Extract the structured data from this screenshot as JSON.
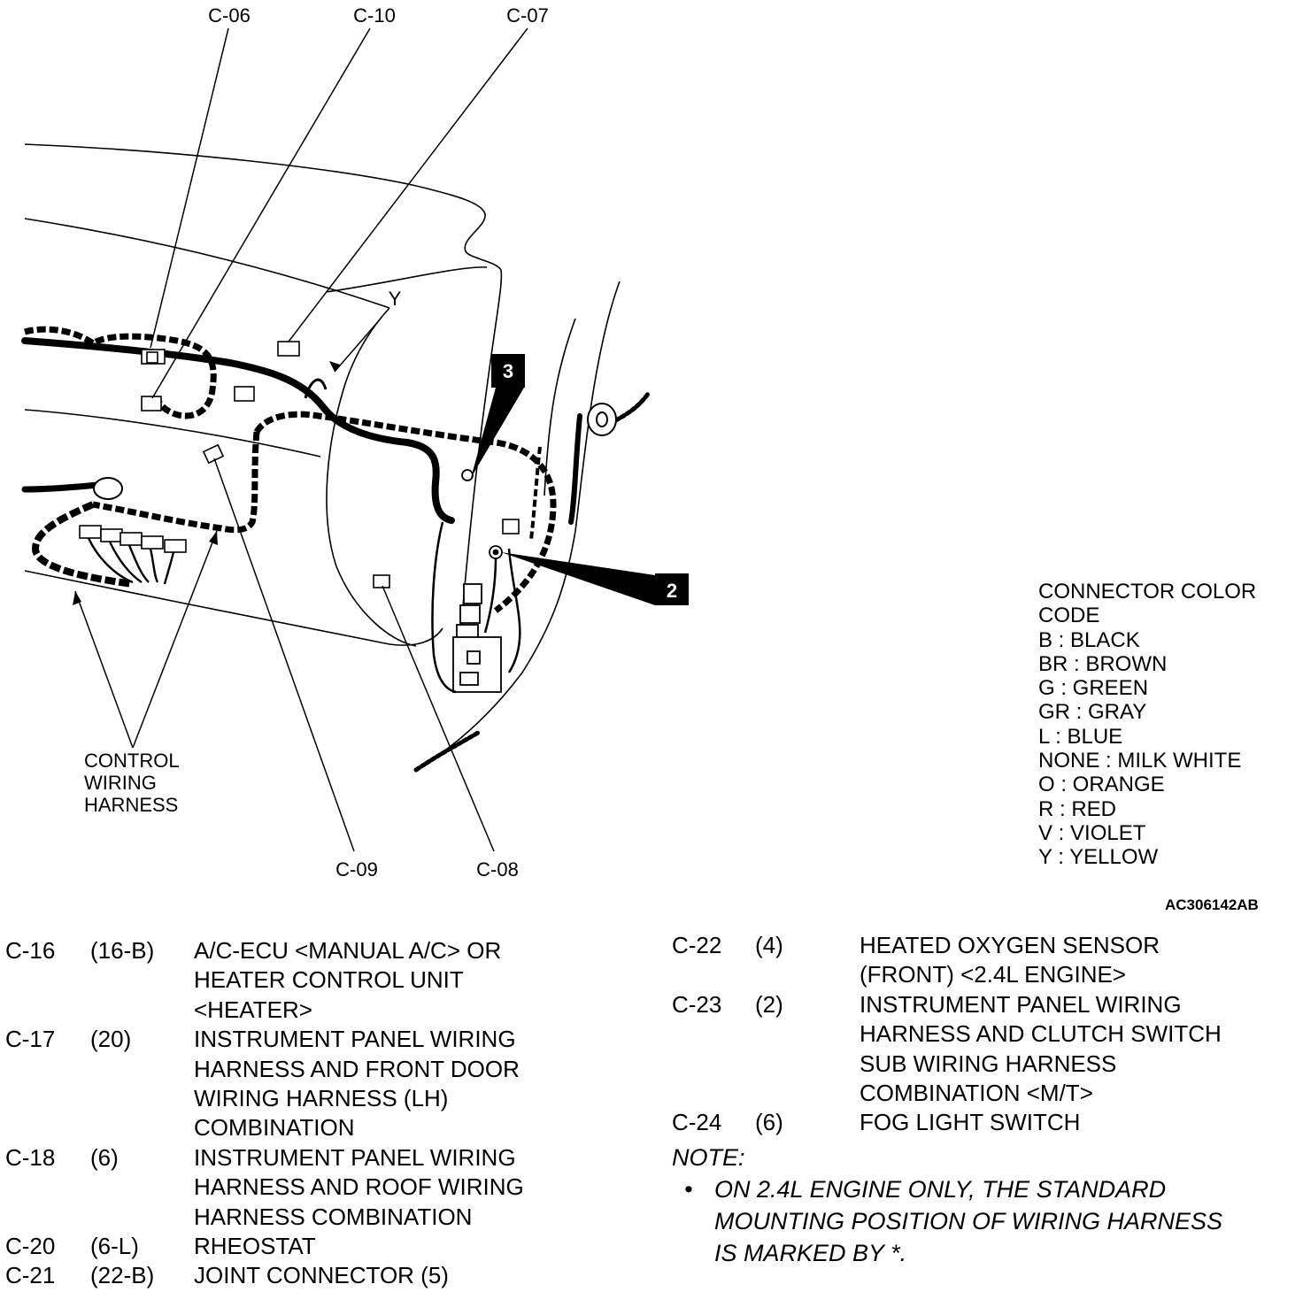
{
  "diagram": {
    "connector_labels": {
      "c06": "C-06",
      "c10": "C-10",
      "c07": "C-07",
      "c09": "C-09",
      "c08": "C-08"
    },
    "y_marker": "Y",
    "callouts": {
      "three": "3",
      "two": "2"
    },
    "harness_label": [
      "CONTROL",
      "WIRING",
      "HARNESS"
    ]
  },
  "legend": {
    "title": [
      "CONNECTOR COLOR",
      "CODE"
    ],
    "items": [
      "B : BLACK",
      "BR : BROWN",
      "G : GREEN",
      "GR : GRAY",
      "L : BLUE",
      "NONE : MILK WHITE",
      "O : ORANGE",
      "R : RED",
      "V : VIOLET",
      "Y : YELLOW"
    ]
  },
  "figure_id": "AC306142AB",
  "left_table": [
    {
      "code": "C-16",
      "count": "(16-B)",
      "lines": [
        "A/C-ECU <MANUAL A/C> OR",
        "HEATER CONTROL UNIT",
        "<HEATER>"
      ]
    },
    {
      "code": "C-17",
      "count": "(20)",
      "lines": [
        "INSTRUMENT PANEL WIRING",
        "HARNESS AND FRONT DOOR",
        "WIRING HARNESS (LH)",
        "COMBINATION"
      ]
    },
    {
      "code": "C-18",
      "count": "(6)",
      "lines": [
        "INSTRUMENT PANEL WIRING",
        "HARNESS AND ROOF WIRING",
        "HARNESS COMBINATION"
      ]
    },
    {
      "code": "C-20",
      "count": "(6-L)",
      "lines": [
        "RHEOSTAT"
      ]
    },
    {
      "code": "C-21",
      "count": "(22-B)",
      "lines": [
        "JOINT CONNECTOR (5)"
      ]
    }
  ],
  "right_table": [
    {
      "code": "C-22",
      "count": "(4)",
      "lines": [
        "HEATED OXYGEN SENSOR",
        "(FRONT) <2.4L ENGINE>"
      ]
    },
    {
      "code": "C-23",
      "count": "(2)",
      "lines": [
        "INSTRUMENT PANEL WIRING",
        "HARNESS AND CLUTCH SWITCH",
        "SUB WIRING HARNESS",
        "COMBINATION <M/T>"
      ]
    },
    {
      "code": "C-24",
      "count": "(6)",
      "lines": [
        "FOG LIGHT SWITCH"
      ]
    }
  ],
  "note": {
    "heading": "NOTE:",
    "bullet": "•",
    "lines": [
      "ON 2.4L ENGINE ONLY, THE STANDARD",
      "MOUNTING POSITION OF WIRING HARNESS",
      "IS MARKED BY *."
    ]
  }
}
